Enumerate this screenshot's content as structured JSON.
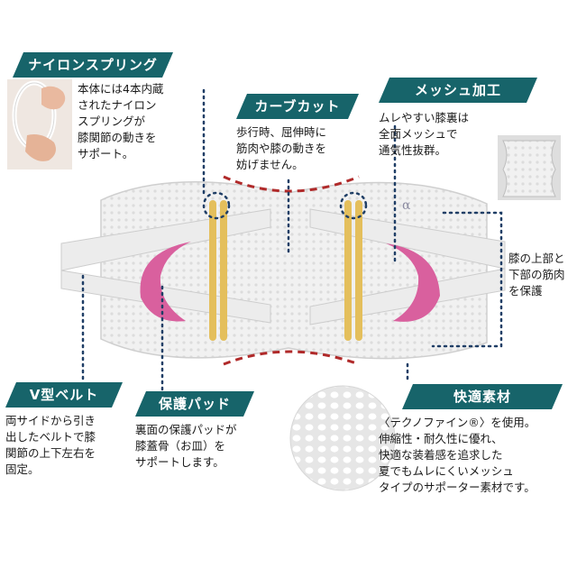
{
  "colors": {
    "tag_bg": "#17646a",
    "tag_text": "#ffffff",
    "pad_pink": "#d9609e",
    "spring_yellow": "#e4bf5c",
    "curve_red": "#b02a2a",
    "dots_navy": "#1f3e66"
  },
  "callouts": {
    "nylon_spring": {
      "title": "ナイロンスプリング",
      "lines": [
        "本体には4本内蔵",
        "されたナイロン",
        "スプリングが",
        "膝関節の動きを",
        "サポート。"
      ]
    },
    "curve_cut": {
      "title": "カーブカット",
      "lines": [
        "歩行時、屈伸時に",
        "筋肉や膝の動きを",
        "妨げません。"
      ]
    },
    "mesh": {
      "title": "メッシュ加工",
      "lines": [
        "ムレやすい膝裏は",
        "全面メッシュで",
        "通気性抜群。"
      ]
    },
    "side_note": {
      "lines": [
        "膝の上部と",
        "下部の筋肉",
        "を保護"
      ]
    },
    "v_belt": {
      "title": "V型ベルト",
      "lines": [
        "両サイドから引き",
        "出したベルトで膝",
        "関節の上下左右を",
        "固定。"
      ]
    },
    "protect_pad": {
      "title": "保護パッド",
      "lines": [
        "裏面の保護パッドが",
        "膝蓋骨（お皿）を",
        "サポートします。"
      ]
    },
    "material": {
      "title": "快適素材",
      "lines": [
        "〈テクノファイン®〉を使用。",
        "伸縮性・耐久性に優れ、",
        "快適な装着感を追求した",
        "夏でもムレにくいメッシュ",
        "タイプのサポーター素材です。"
      ]
    }
  },
  "product": {
    "logo_text": "α"
  },
  "icons": [
    "hand-spring-photo",
    "mesh-back-photo",
    "fabric-texture-photo"
  ]
}
